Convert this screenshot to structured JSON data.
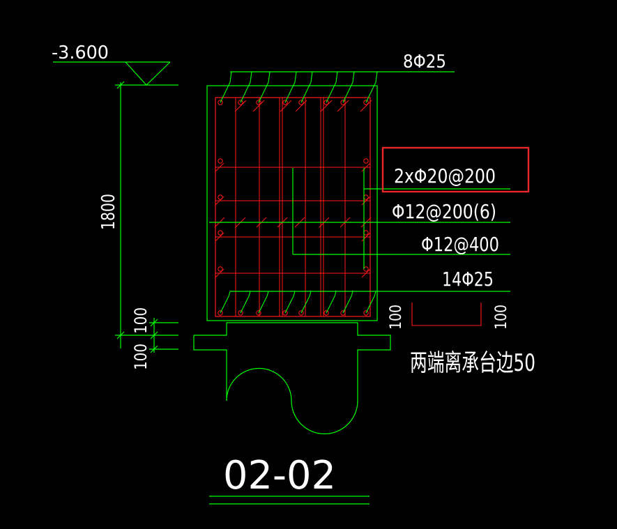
{
  "drawing": {
    "elevation_label": "-3.600",
    "dim_height": "1800",
    "dim_bottom_a": "100",
    "dim_bottom_b": "100",
    "dim_side_left": "100",
    "dim_side_right": "100",
    "section_label": "02-02",
    "note": "两端离承台边50",
    "callouts": {
      "top_bars": "8Φ25",
      "side_bars": "2xΦ20@200",
      "stirrups": "Φ12@200(6)",
      "ties": "Φ12@400",
      "bottom_bars": "14Φ25"
    },
    "highlight_color": "#e8282b",
    "line_color": "#00ff00",
    "rebar_color": "#ff1a1a"
  }
}
